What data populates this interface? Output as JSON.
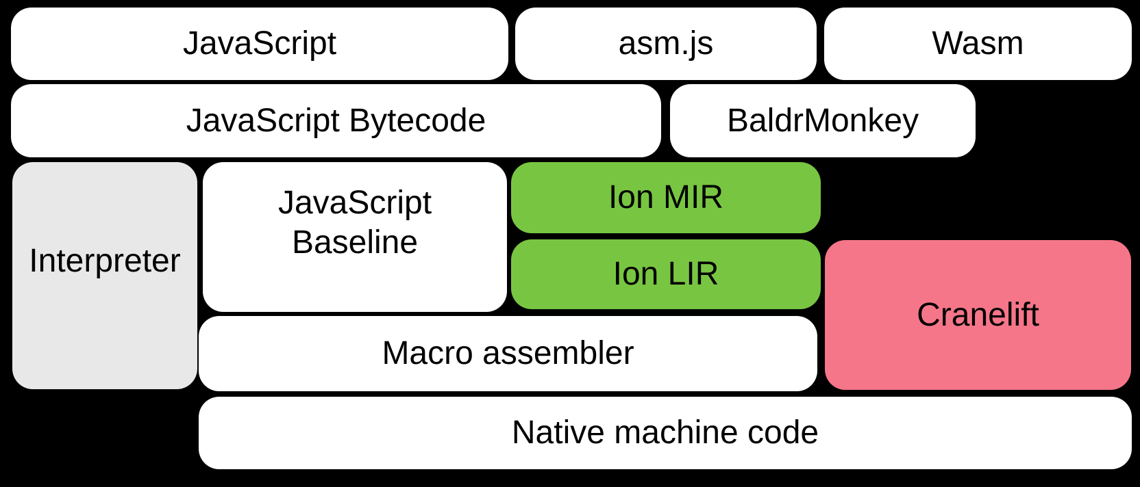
{
  "diagram": {
    "description": "Compilation pipeline diagram of rounded boxes on a black background",
    "palette": {
      "background": "#000000",
      "text": "#000000",
      "white": "#ffffff",
      "gray": "#e8e8e8",
      "green": "#78c542",
      "pink": "#f67689"
    },
    "nodes": {
      "javascript": {
        "label": "JavaScript"
      },
      "asmjs": {
        "label": "asm.js"
      },
      "wasm": {
        "label": "Wasm"
      },
      "bytecode": {
        "label": "JavaScript Bytecode"
      },
      "baldrmonkey": {
        "label": "BaldrMonkey"
      },
      "interpreter": {
        "label": "Interpreter"
      },
      "baseline": {
        "label": "JavaScript\nBaseline"
      },
      "ion_mir": {
        "label": "Ion MIR"
      },
      "ion_lir": {
        "label": "Ion LIR"
      },
      "cranelift": {
        "label": "Cranelift"
      },
      "macro_assembler": {
        "label": "Macro assembler"
      },
      "native_code": {
        "label": "Native machine code"
      }
    }
  }
}
